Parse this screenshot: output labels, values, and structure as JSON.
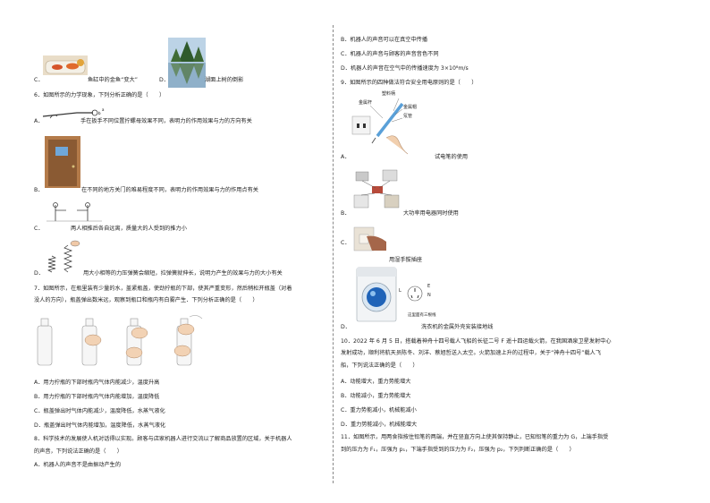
{
  "left": {
    "c_prev": {
      "letter": "C．",
      "text": "鱼缸中的金鱼“变大”"
    },
    "d_prev": {
      "letter": "D．",
      "text": "湖面上树的倒影"
    },
    "q6": {
      "stem": "6．如图所示的力学现象，下列分析正确的是（　　）"
    },
    "q6a": {
      "letter": "A．",
      "text": "手在扳手不同位置拧螺母效果不同，表明力的作用效果与力的方向有关"
    },
    "q6b": {
      "letter": "B．",
      "text": "在不同的地方关门的难易程度不同，表明力的作用效果与力的作用点有关"
    },
    "q6c": {
      "letter": "C．",
      "text": "两人相推后各自远离，质量大的人受到的推力小"
    },
    "q6d": {
      "letter": "D．",
      "text": "用大小相等的力压弹簧会缩短，拉弹簧就伸长，说明力产生的效果与力的大小有关"
    },
    "q7": {
      "line1": "7．如图所示，在瓶里装有少量的水，盖紧瓶盖，使劲拧瓶的下部，使其严重变形，然后稍松开瓶盖（对着",
      "line2": "没人的方向），瓶盖弹出数米远，观察到瓶口和瓶内有白雾产生．下列分析正确的是（　　）"
    },
    "q7a": "A．用力拧瓶的下部时瓶内气体内能减少，温度升高",
    "q7b": "B．用力拧瓶的下部时瓶内气体内能增加，温度降低",
    "q7c": "C．瓶盖弹出时气体内能减少，温度降低，水蒸气液化",
    "q7d": "D．瓶盖弹出时气体内能增加，温度降低，水蒸气液化",
    "q8": {
      "line1": "8．科学技术的发展使人机对话得以实现。顾客与店家机器人进行交流以了解商品放置的区域，关于机器人",
      "line2": "的声音，下列说法正确的是（　　）"
    },
    "q8a": "A．机器人的声音不是由振动产生的"
  },
  "right": {
    "q8b": "B．机器人的声音可以在真空中传播",
    "q8c": "C．机器人的声音与顾客的声音音色不同",
    "q8d": "D．机器人的声音在空气中的传播速度为 3×10⁸m/s",
    "q9": "9．如图所示的四种做法符合安全用电原则的是（　　）",
    "q9_labels": {
      "plastic": "塑料柄",
      "metal_rod": "金属杆",
      "metal_cap": "金属帽",
      "neon": "氖管"
    },
    "q9a": {
      "letter": "A．",
      "text": "试电笔的使用"
    },
    "q9b": {
      "letter": "B．",
      "text": "大功率用电器同时使用"
    },
    "q9c": {
      "letter": "C．",
      "text": "用湿手拔插座"
    },
    "q9d": {
      "letter": "D．",
      "text": "洗衣机的金属外壳安装接地线"
    },
    "q9d_note": "这里面有三根线",
    "q9d_plug": {
      "l": "L",
      "e": "E",
      "n": "N"
    },
    "q10": {
      "line1": "10．2022 年 6 月 5 日，搭载着神舟十四号载人飞船的长征二号 F 遥十四运载火箭，在我国酒泉卫星发射中心",
      "line2": "发射成功，顺利将航天员陈冬、刘洋、蔡旭哲送入太空。火箭加速上升的过程中，关于“神舟十四号”载人飞",
      "line3": "船，下列说法正确的是（　　）"
    },
    "q10a": "A．动能增大，重力势能增大",
    "q10b": "B．动能减小，重力势能增大",
    "q10c": "C．重力势能减小，机械能减小",
    "q10d": "D．重力势能减小，机械能增大",
    "q11": {
      "line1": "11．如图所示，用两食指按住铅笔的两端，并在竖直方向上使其保持静止，已知铅笔的重力为 G，上端手指受",
      "line2": "到的压力为 F₁，压强为 p₁，下端手指受到的压力为 F₂，压强为 p₂，下列判断正确的是（　　）"
    }
  }
}
